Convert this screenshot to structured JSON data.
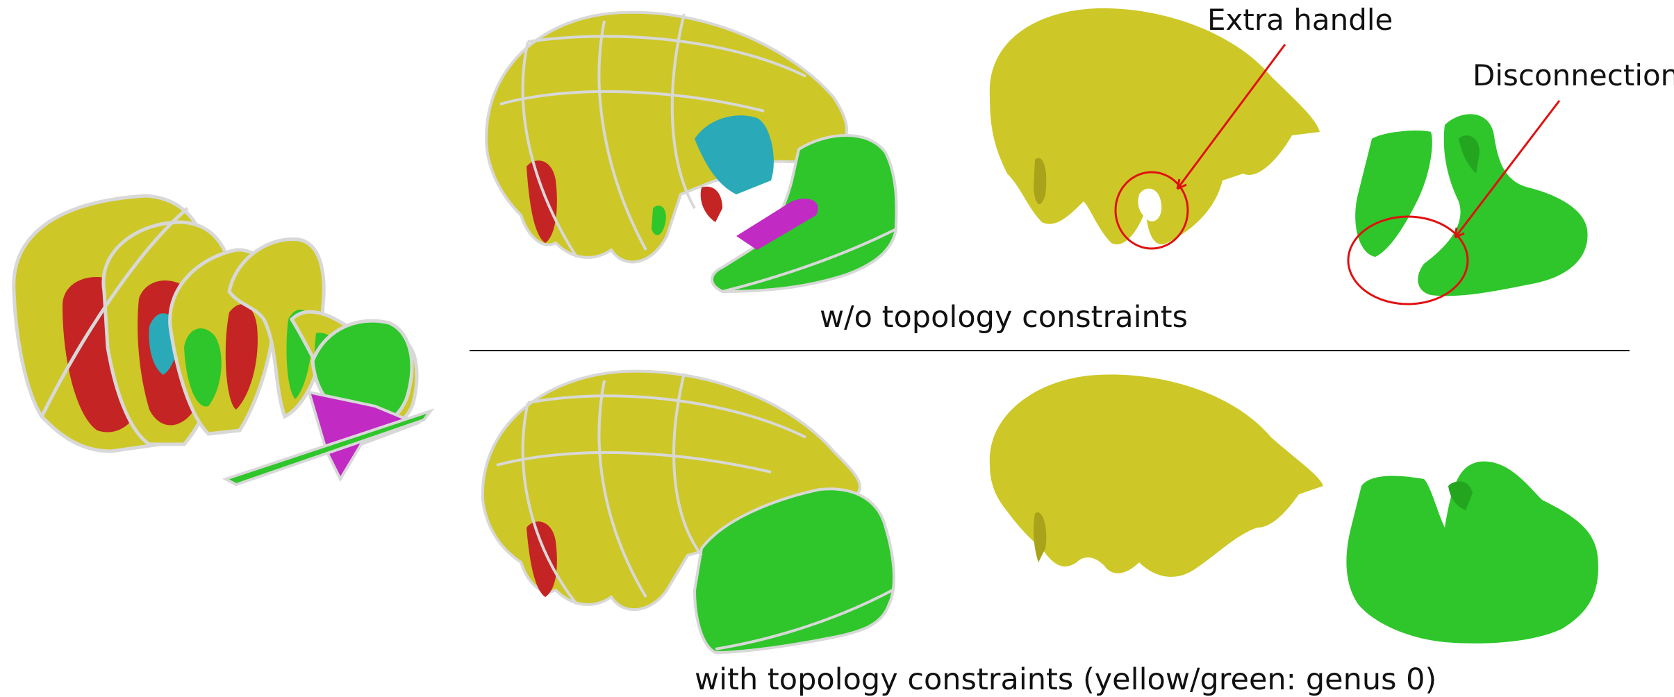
{
  "annotations": {
    "extra_handle": "Extra handle",
    "disconnection": "Disconnection"
  },
  "captions": {
    "top_row": "w/o topology constraints",
    "bottom_row": "with topology constraints (yellow/green: genus 0)"
  },
  "colors": {
    "yellow": "#cdc827",
    "yellow_dark": "#b5b01d",
    "green": "#2ec62a",
    "green_dark": "#23a51f",
    "red": "#c42424",
    "cyan": "#2aaab8",
    "magenta": "#c22ac4",
    "seam": "#d8d8d8",
    "annotation": "#e01010",
    "divider": "#111111"
  }
}
